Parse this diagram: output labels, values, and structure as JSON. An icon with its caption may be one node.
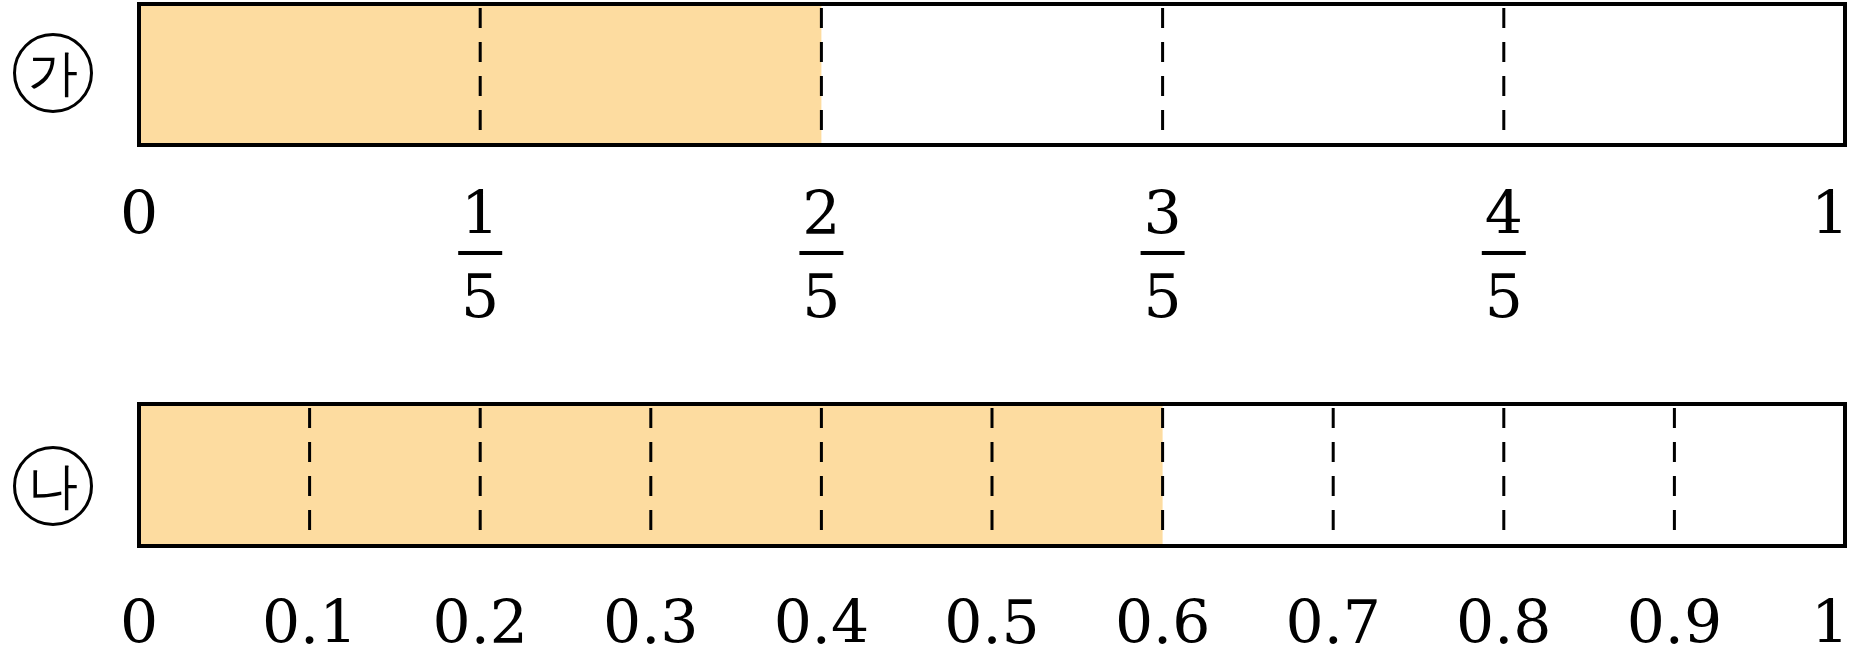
{
  "diagram": {
    "labels": [
      "가",
      "0",
      "1",
      "5",
      "2",
      "5",
      "3",
      "5",
      "4",
      "5",
      "1",
      "나",
      "0",
      "0.1",
      "0.2",
      "0.3",
      "0.4",
      "0.5",
      "0.6",
      "0.7",
      "0.8",
      "0.9",
      "1"
    ]
  }
}
